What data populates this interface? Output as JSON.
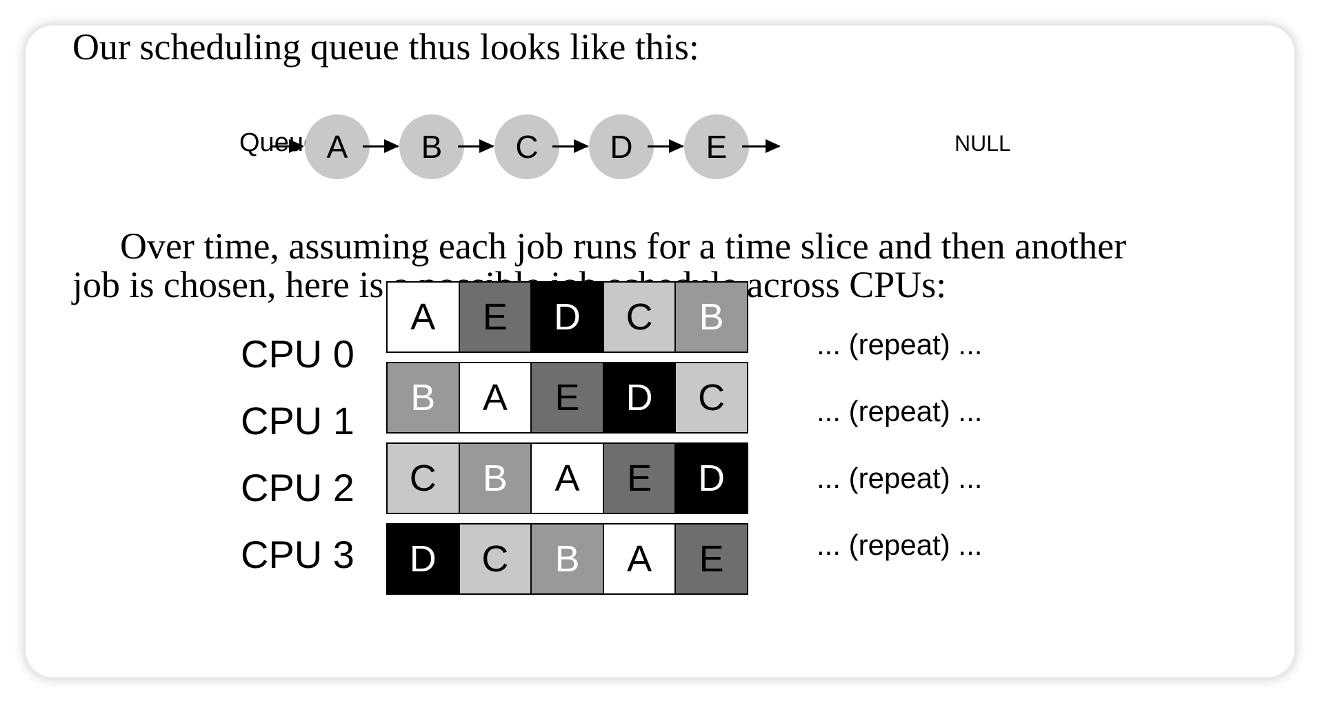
{
  "intro_text": "Our scheduling queue thus looks like this:",
  "queue": {
    "label": "Queue",
    "nodes": [
      "A",
      "B",
      "C",
      "D",
      "E"
    ],
    "terminator": "NULL",
    "node_color": "#c8c8c8"
  },
  "paragraph": {
    "line_1": "Over time, assuming each job runs for a time slice and then another",
    "line_2": "job is chosen, here is a possible job schedule across CPUs:"
  },
  "job_colors": {
    "A": {
      "bg": "#ffffff",
      "fg": "#000000"
    },
    "B": {
      "bg": "#999999",
      "fg": "#ffffff"
    },
    "C": {
      "bg": "#c8c8c8",
      "fg": "#000000"
    },
    "D": {
      "bg": "#000000",
      "fg": "#ffffff"
    },
    "E": {
      "bg": "#6e6e6e",
      "fg": "#000000"
    }
  },
  "schedule": [
    {
      "cpu": "CPU 0",
      "jobs": [
        "A",
        "E",
        "D",
        "C",
        "B"
      ],
      "suffix": "... (repeat) ..."
    },
    {
      "cpu": "CPU 1",
      "jobs": [
        "B",
        "A",
        "E",
        "D",
        "C"
      ],
      "suffix": "... (repeat) ..."
    },
    {
      "cpu": "CPU 2",
      "jobs": [
        "C",
        "B",
        "A",
        "E",
        "D"
      ],
      "suffix": "... (repeat) ..."
    },
    {
      "cpu": "CPU 3",
      "jobs": [
        "D",
        "C",
        "B",
        "A",
        "E"
      ],
      "suffix": "... (repeat) ..."
    }
  ]
}
